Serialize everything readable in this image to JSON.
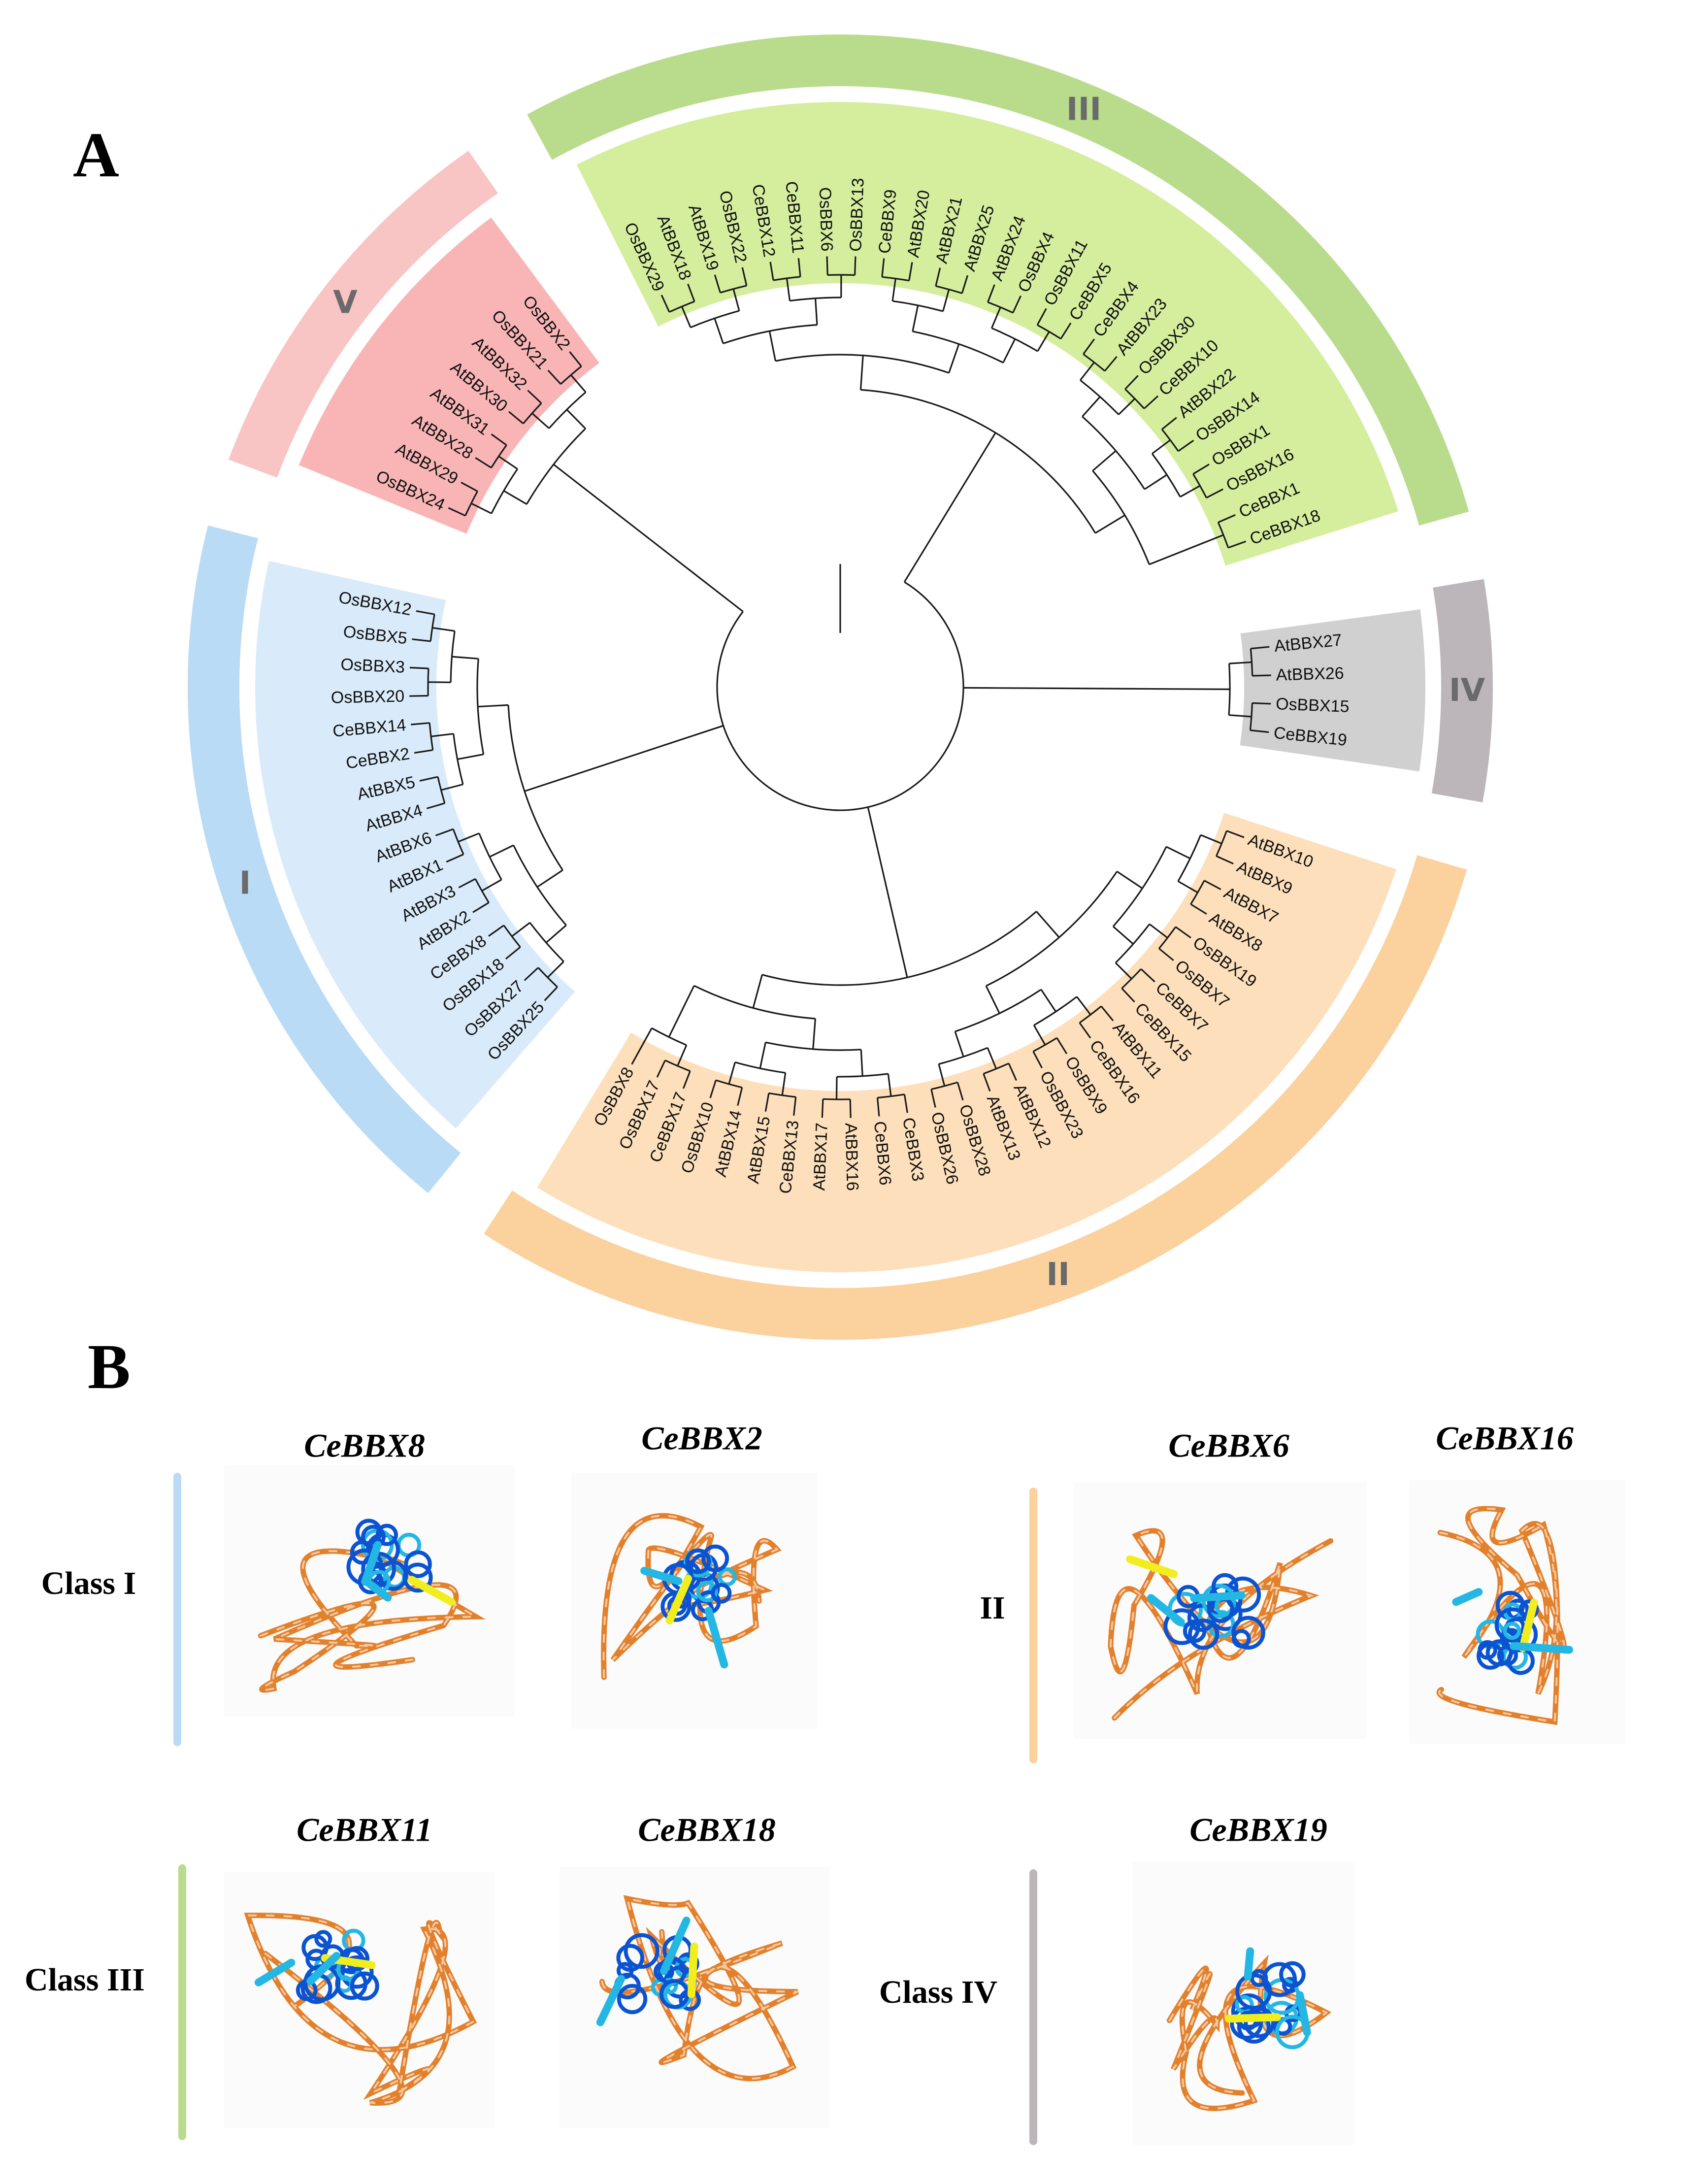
{
  "panel_a": {
    "letter": "A",
    "tree": [
      {
        "label": "OsBBX29",
        "clade": "III"
      },
      {
        "label": "AtBBX18",
        "clade": "III"
      },
      {
        "label": "AtBBX19",
        "clade": "III"
      },
      {
        "label": "OsBBX22",
        "clade": "III"
      },
      {
        "label": "CeBBX12",
        "clade": "III"
      },
      {
        "label": "CeBBX11",
        "clade": "III"
      },
      {
        "label": "OsBBX6",
        "clade": "III"
      },
      {
        "label": "OsBBX13",
        "clade": "III"
      },
      {
        "label": "CeBBX9",
        "clade": "III"
      },
      {
        "label": "AtBBX20",
        "clade": "III"
      },
      {
        "label": "AtBBX21",
        "clade": "III"
      },
      {
        "label": "AtBBX25",
        "clade": "III"
      },
      {
        "label": "AtBBX24",
        "clade": "III"
      },
      {
        "label": "OsBBX4",
        "clade": "III"
      },
      {
        "label": "OsBBX11",
        "clade": "III"
      },
      {
        "label": "CeBBX5",
        "clade": "III"
      },
      {
        "label": "CeBBX4",
        "clade": "III"
      },
      {
        "label": "AtBBX23",
        "clade": "III"
      },
      {
        "label": "OsBBX30",
        "clade": "III"
      },
      {
        "label": "CeBBX10",
        "clade": "III"
      },
      {
        "label": "AtBBX22",
        "clade": "III"
      },
      {
        "label": "OsBBX14",
        "clade": "III"
      },
      {
        "label": "OsBBX1",
        "clade": "III"
      },
      {
        "label": "OsBBX16",
        "clade": "III"
      },
      {
        "label": "CeBBX1",
        "clade": "III"
      },
      {
        "label": "CeBBX18",
        "clade": "III"
      },
      {
        "label": "AtBBX27",
        "clade": "IV"
      },
      {
        "label": "AtBBX26",
        "clade": "IV"
      },
      {
        "label": "OsBBX15",
        "clade": "IV"
      },
      {
        "label": "CeBBX19",
        "clade": "IV"
      },
      {
        "label": "AtBBX10",
        "clade": "II"
      },
      {
        "label": "AtBBX9",
        "clade": "II"
      },
      {
        "label": "AtBBX7",
        "clade": "II"
      },
      {
        "label": "AtBBX8",
        "clade": "II"
      },
      {
        "label": "OsBBX19",
        "clade": "II"
      },
      {
        "label": "OsBBX7",
        "clade": "II"
      },
      {
        "label": "CeBBX7",
        "clade": "II"
      },
      {
        "label": "CeBBX15",
        "clade": "II"
      },
      {
        "label": "AtBBX11",
        "clade": "II"
      },
      {
        "label": "CeBBX16",
        "clade": "II"
      },
      {
        "label": "OsBBX9",
        "clade": "II"
      },
      {
        "label": "OsBBX23",
        "clade": "II"
      },
      {
        "label": "AtBBX12",
        "clade": "II"
      },
      {
        "label": "AtBBX13",
        "clade": "II"
      },
      {
        "label": "OsBBX28",
        "clade": "II"
      },
      {
        "label": "OsBBX26",
        "clade": "II"
      },
      {
        "label": "CeBBX3",
        "clade": "II"
      },
      {
        "label": "CeBBX6",
        "clade": "II"
      },
      {
        "label": "AtBBX16",
        "clade": "II"
      },
      {
        "label": "AtBBX17",
        "clade": "II"
      },
      {
        "label": "CeBBX13",
        "clade": "II"
      },
      {
        "label": "AtBBX15",
        "clade": "II"
      },
      {
        "label": "AtBBX14",
        "clade": "II"
      },
      {
        "label": "OsBBX10",
        "clade": "II"
      },
      {
        "label": "CeBBX17",
        "clade": "II"
      },
      {
        "label": "OsBBX17",
        "clade": "II"
      },
      {
        "label": "OsBBX8",
        "clade": "II"
      },
      {
        "label": "OsBBX25",
        "clade": "I"
      },
      {
        "label": "OsBBX27",
        "clade": "I"
      },
      {
        "label": "OsBBX18",
        "clade": "I"
      },
      {
        "label": "CeBBX8",
        "clade": "I"
      },
      {
        "label": "AtBBX2",
        "clade": "I"
      },
      {
        "label": "AtBBX3",
        "clade": "I"
      },
      {
        "label": "AtBBX1",
        "clade": "I"
      },
      {
        "label": "AtBBX6",
        "clade": "I"
      },
      {
        "label": "AtBBX4",
        "clade": "I"
      },
      {
        "label": "AtBBX5",
        "clade": "I"
      },
      {
        "label": "CeBBX2",
        "clade": "I"
      },
      {
        "label": "CeBBX14",
        "clade": "I"
      },
      {
        "label": "OsBBX20",
        "clade": "I"
      },
      {
        "label": "OsBBX3",
        "clade": "I"
      },
      {
        "label": "OsBBX5",
        "clade": "I"
      },
      {
        "label": "OsBBX12",
        "clade": "I"
      },
      {
        "label": "OsBBX24",
        "clade": "V"
      },
      {
        "label": "AtBBX29",
        "clade": "V"
      },
      {
        "label": "AtBBX28",
        "clade": "V"
      },
      {
        "label": "AtBBX31",
        "clade": "V"
      },
      {
        "label": "AtBBX30",
        "clade": "V"
      },
      {
        "label": "AtBBX32",
        "clade": "V"
      },
      {
        "label": "OsBBX21",
        "clade": "V"
      },
      {
        "label": "OsBBX2",
        "clade": "V"
      }
    ],
    "clades": [
      {
        "id": "III",
        "label": "III",
        "band_color": "#b9dc8c",
        "shade_color": "#d4ee9e"
      },
      {
        "id": "IV",
        "label": "IV",
        "band_color": "#bcb5b9",
        "shade_color": "#d0d0d0"
      },
      {
        "id": "II",
        "label": "II",
        "band_color": "#fbd19d",
        "shade_color": "#fde0bb"
      },
      {
        "id": "I",
        "label": "I",
        "band_color": "#b9dbf6",
        "shade_color": "#d9ebfa"
      },
      {
        "id": "V",
        "label": "V",
        "band_color": "#f9c4c4",
        "shade_color": "#f9b5b5"
      }
    ]
  },
  "panel_b": {
    "letter": "B",
    "groups": [
      {
        "label": "Class I",
        "bar_color": "#b9dbf6",
        "proteins": [
          "CeBBX8",
          "CeBBX2"
        ]
      },
      {
        "label": "II",
        "bar_color": "#fbd19d",
        "proteins": [
          "CeBBX6",
          "CeBBX16"
        ]
      },
      {
        "label": "Class III",
        "bar_color": "#b9dc8c",
        "proteins": [
          "CeBBX11",
          "CeBBX18"
        ]
      },
      {
        "label": "Class IV",
        "bar_color": "#bcb5b9",
        "proteins": [
          "CeBBX19"
        ]
      }
    ],
    "structure_colors": {
      "very_high": "#0b53d1",
      "high": "#24b7e3",
      "low": "#f2ee1d",
      "very_low": "#e3802c",
      "very_low_faded": "#f0c9a4"
    }
  }
}
